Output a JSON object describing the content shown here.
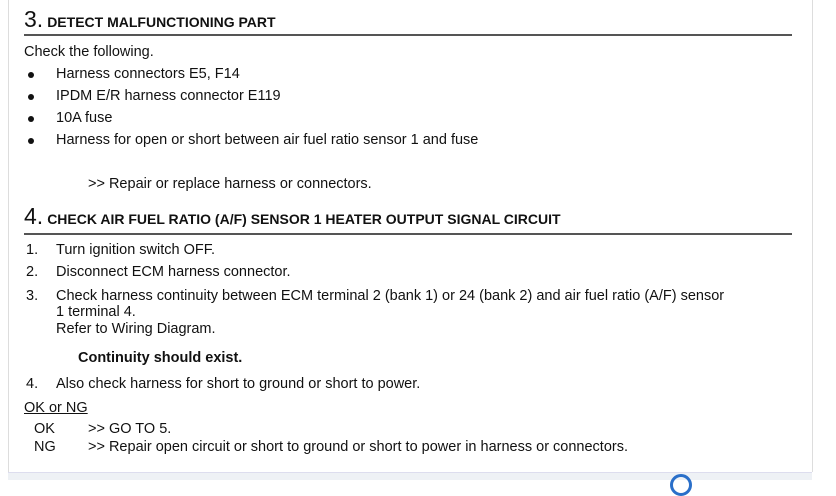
{
  "step3": {
    "number": "3.",
    "title": "DETECT MALFUNCTIONING PART",
    "intro": "Check the following.",
    "bullets": [
      "Harness connectors E5, F14",
      "IPDM E/R harness connector E119",
      "10A fuse",
      "Harness for open or short between air fuel ratio sensor 1 and fuse"
    ],
    "action": ">> Repair or replace harness or connectors."
  },
  "step4": {
    "number": "4.",
    "title": "CHECK AIR FUEL RATIO (A/F) SENSOR 1 HEATER OUTPUT SIGNAL CIRCUIT",
    "items": [
      {
        "num": "1.",
        "text": "Turn ignition switch OFF."
      },
      {
        "num": "2.",
        "text": "Disconnect ECM harness connector."
      },
      {
        "num": "3.",
        "text": "Check harness continuity between ECM terminal 2 (bank 1) or 24 (bank 2) and air fuel ratio (A/F) sensor",
        "text2": "1 terminal 4.",
        "text3": "Refer to Wiring Diagram."
      },
      {
        "num": "4.",
        "text": "Also check harness for short to ground or short to power."
      }
    ],
    "spec": "Continuity should exist.",
    "result_heading": "OK or NG",
    "results": [
      {
        "code": "OK",
        "action": ">> GO TO 5."
      },
      {
        "code": "NG",
        "action": ">> Repair open circuit or short to ground or short to power in harness or connectors."
      }
    ]
  }
}
